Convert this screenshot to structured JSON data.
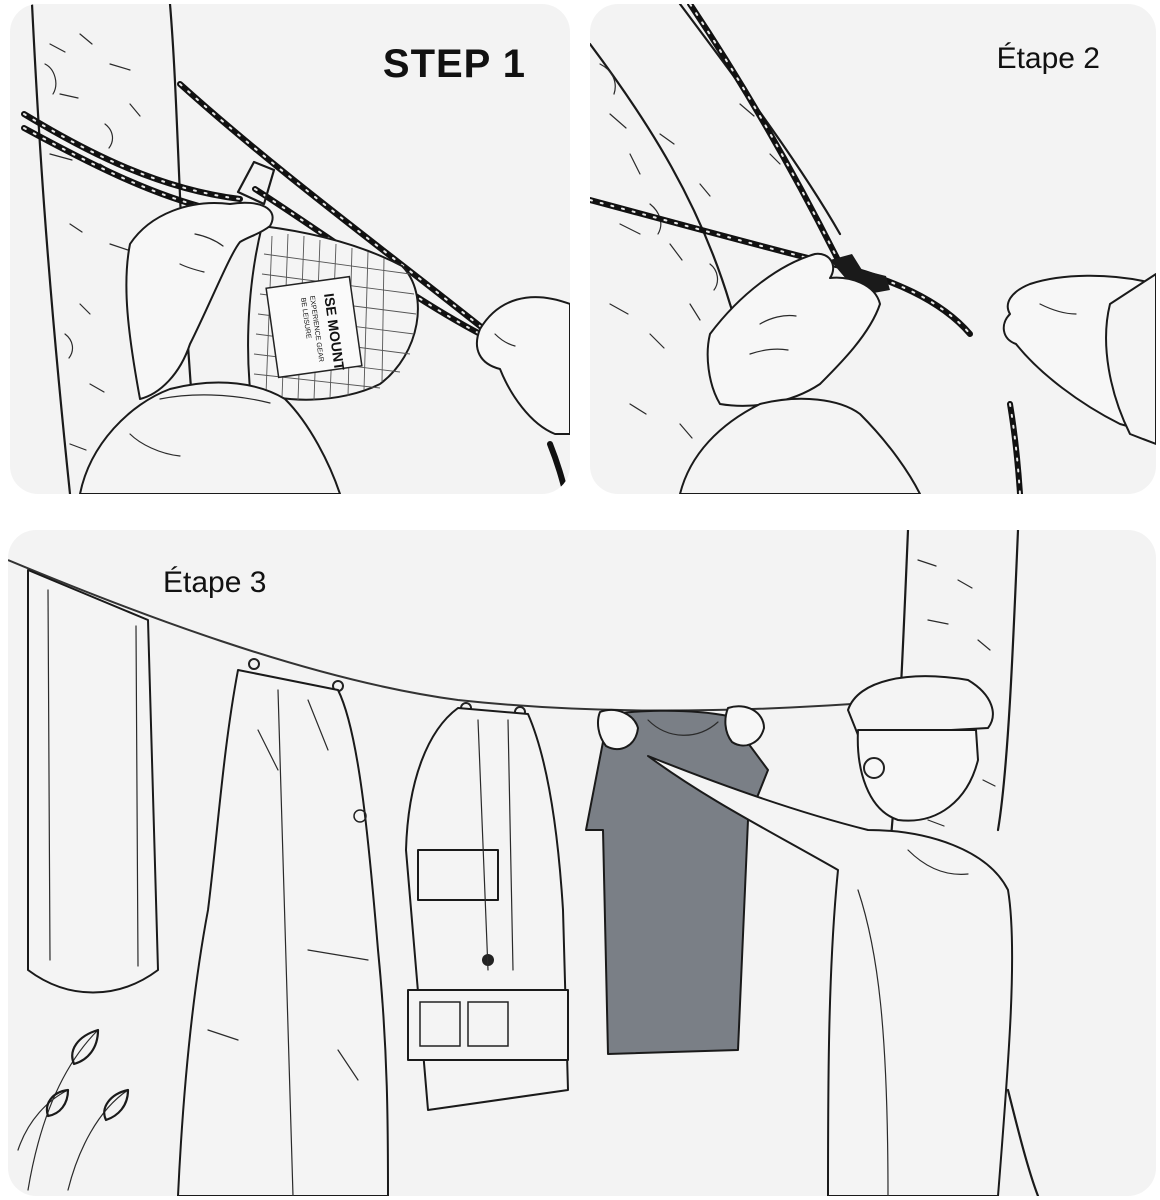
{
  "panels": {
    "step1": {
      "label": "STEP 1"
    },
    "step2": {
      "label": "Étape 2"
    },
    "step3": {
      "label": "Étape 3"
    }
  },
  "pouch_label": {
    "brand": "ISE MOUNT",
    "line1": "EXPERIENCE GEAR",
    "line2": "BE LEISURE"
  }
}
